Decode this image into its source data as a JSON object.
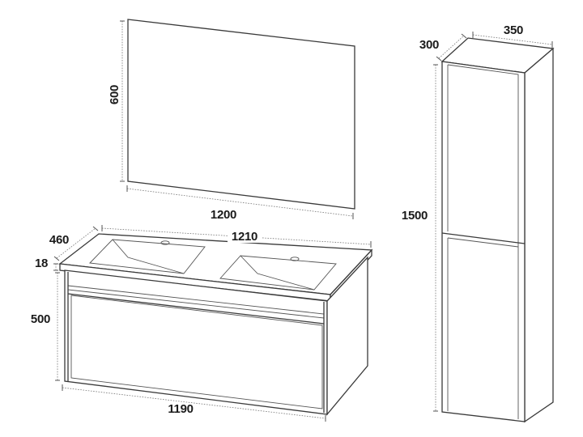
{
  "dimensions": {
    "mirror_height": "600",
    "mirror_width": "1200",
    "column_depth": "300",
    "column_width": "350",
    "column_height": "1500",
    "basin_depth": "460",
    "basin_width": "1210",
    "basin_thickness": "18",
    "cabinet_height": "500",
    "cabinet_width": "1190"
  }
}
